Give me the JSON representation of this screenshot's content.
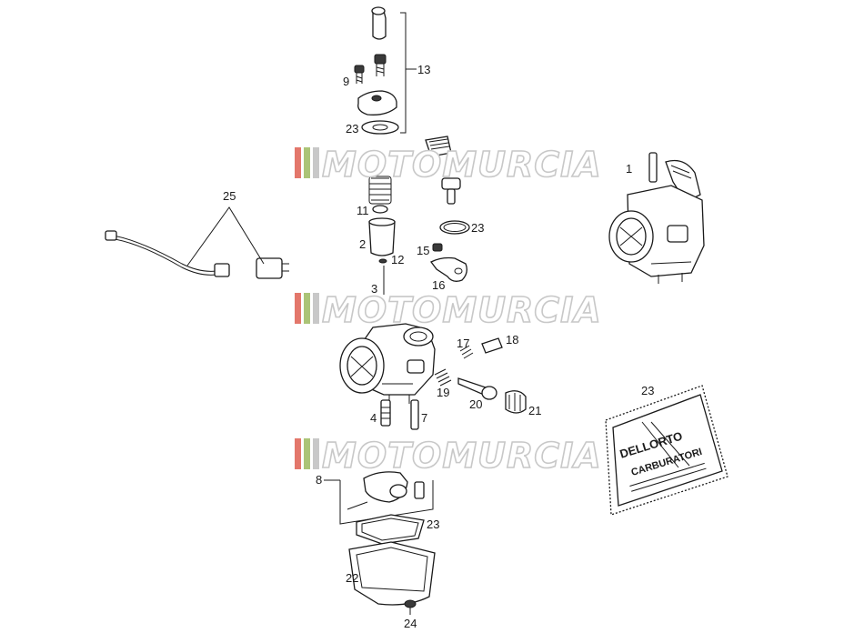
{
  "labels": {
    "l1": "1",
    "l2": "2",
    "l3": "3",
    "l4": "4",
    "l7": "7",
    "l8": "8",
    "l9": "9",
    "l11": "11",
    "l12": "12",
    "l13": "13",
    "l15": "15",
    "l16": "16",
    "l17": "17",
    "l18": "18",
    "l19": "19",
    "l20": "20",
    "l21": "21",
    "l22": "22",
    "l23_top": "23",
    "l23_gasket": "23",
    "l23_bowl": "23",
    "l23_kit": "23",
    "l24": "24",
    "l25": "25"
  },
  "watermark": {
    "text": "MOTOMURCIA"
  },
  "kit_bag": {
    "brand": "DELLORTO",
    "subtitle": "CARBURATORI"
  },
  "colors": {
    "watermark_red": "#d94a3a",
    "watermark_green": "#8fb04a",
    "watermark_gray": "#b5b5b5"
  }
}
